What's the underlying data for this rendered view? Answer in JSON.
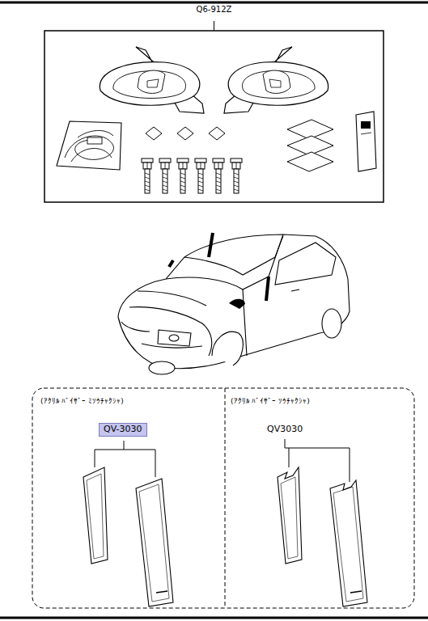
{
  "diagram": {
    "nodes": [
      {
        "text": [
          "Q6-912Z"
        ]
      },
      {
        "text": [
          "(ｱｸﾘﾙ ﾊﾞｲｻﾞｰ ﾐｿｳﾁｬｸｼｬ)"
        ]
      },
      {
        "text": [
          "QV-3030"
        ],
        "in": 1
      },
      {
        "text": [
          "(ｱｸﾘﾙ ﾊﾞｲｻﾞｰ ｿｳﾁｬｸｼｬ)",
          "QV3030"
        ]
      }
    ]
  }
}
